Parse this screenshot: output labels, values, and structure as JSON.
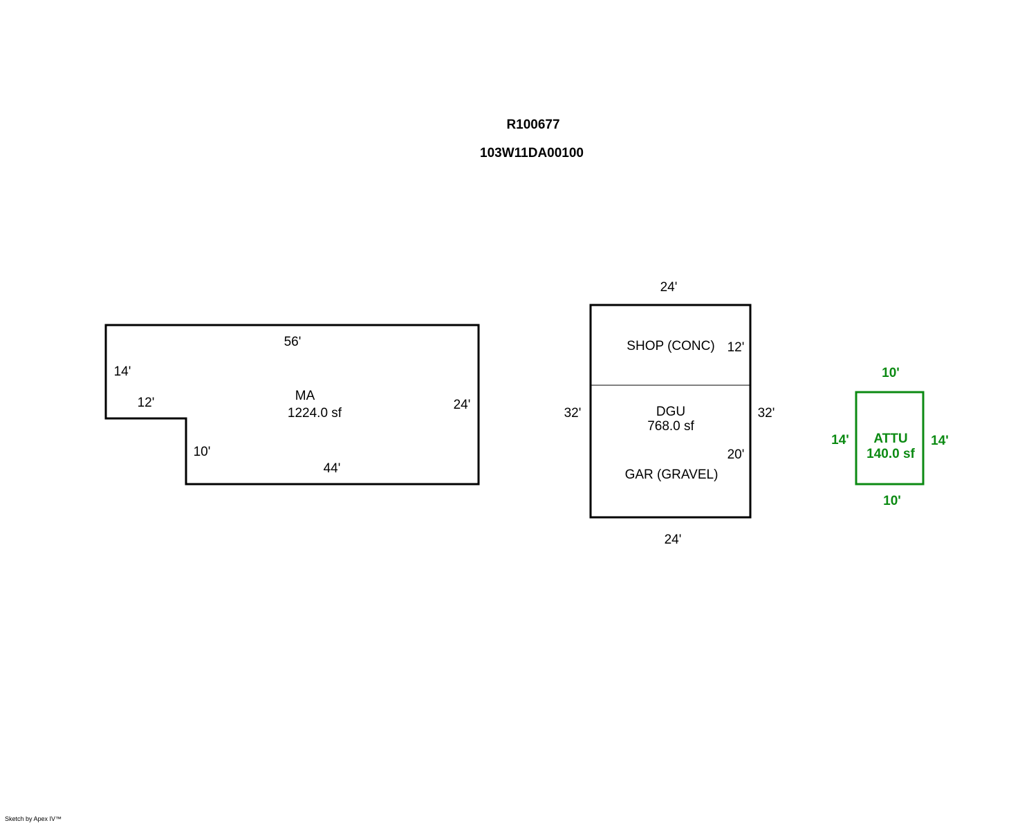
{
  "header": {
    "account_id": "R100677",
    "map_tax_lot": "103W11DA00100"
  },
  "colors": {
    "outline": "#000000",
    "accent_green": "#0b8a12"
  },
  "main_area": {
    "code": "MA",
    "area": "1224.0 sf",
    "dim_top": "56'",
    "dim_left_upper": "14'",
    "dim_notch_horizontal": "12'",
    "dim_notch_vertical": "10'",
    "dim_bottom": "44'",
    "dim_right": "24'"
  },
  "garage": {
    "shop_label": "SHOP (CONC)",
    "shop_dim": "12'",
    "code": "DGU",
    "area": "768.0 sf",
    "gar_label": "GAR (GRAVEL)",
    "gar_dim": "20'",
    "dim_top": "24'",
    "dim_bottom": "24'",
    "dim_left": "32'",
    "dim_right": "32'"
  },
  "attached": {
    "code": "ATTU",
    "area": "140.0 sf",
    "dim_top": "10'",
    "dim_bottom": "10'",
    "dim_left": "14'",
    "dim_right": "14'"
  },
  "footer": {
    "credit": "Sketch by Apex IV™"
  }
}
